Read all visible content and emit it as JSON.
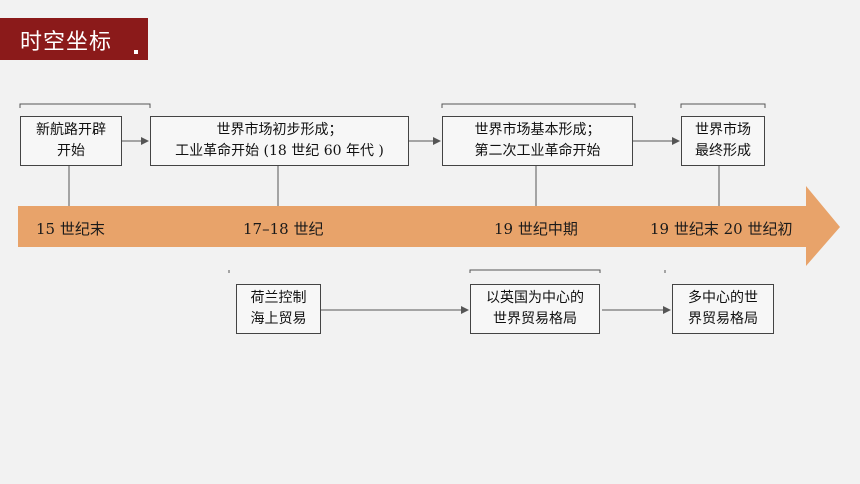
{
  "header": {
    "title": "时空坐标"
  },
  "colors": {
    "accent": "#8b1a1a",
    "arrow": "#e8a36a"
  },
  "top_boxes": [
    {
      "line1": "新航路开辟",
      "line2": "开始"
    },
    {
      "line1": "世界市场初步形成；",
      "line2": "工业革命开始 (18 世纪 60 年代 )"
    },
    {
      "line1": "世界市场基本形成；",
      "line2": "第二次工业革命开始"
    },
    {
      "line1": "世界市场",
      "line2": "最终形成"
    }
  ],
  "timeline": [
    "15 世纪末",
    "17–18 世纪",
    "19 世纪中期",
    "19 世纪末 20 世纪初"
  ],
  "bottom_boxes": [
    {
      "line1": "荷兰控制",
      "line2": "海上贸易"
    },
    {
      "line1": "以英国为中心的",
      "line2": "世界贸易格局"
    },
    {
      "line1": "多中心的世",
      "line2": "界贸易格局"
    }
  ]
}
